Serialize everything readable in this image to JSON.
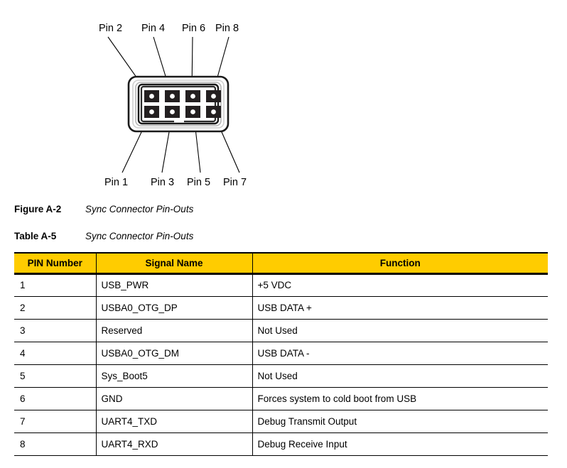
{
  "figure": {
    "name": "sync-connector-diagram",
    "top_pin_labels": [
      "Pin 2",
      "Pin 4",
      "Pin 6",
      "Pin 8"
    ],
    "bottom_pin_labels": [
      "Pin 1",
      "Pin 3",
      "Pin 5",
      "Pin 7"
    ],
    "pin_count": 8,
    "rows": 2,
    "columns": 4,
    "colors": {
      "housing_outline": "#1a1a1a",
      "housing_inner_gray": "#bfbfbf",
      "pin_fill": "#231f20",
      "pin_center": "#ffffff",
      "leader_line": "#000000"
    }
  },
  "figure_caption": {
    "label": "Figure A-2",
    "title": "Sync Connector Pin-Outs"
  },
  "table_caption": {
    "label": "Table A-5",
    "title": "Sync Connector Pin-Outs"
  },
  "table": {
    "accent_color": "#FFCC00",
    "headers": [
      "PIN Number",
      "Signal Name",
      "Function"
    ],
    "rows": [
      {
        "pin": "1",
        "signal": "USB_PWR",
        "function": "+5 VDC"
      },
      {
        "pin": "2",
        "signal": "USBA0_OTG_DP",
        "function": "USB DATA +"
      },
      {
        "pin": "3",
        "signal": "Reserved",
        "function": "Not Used"
      },
      {
        "pin": "4",
        "signal": "USBA0_OTG_DM",
        "function": "USB DATA -"
      },
      {
        "pin": "5",
        "signal": "Sys_Boot5",
        "function": "Not Used"
      },
      {
        "pin": "6",
        "signal": "GND",
        "function": "Forces system to cold boot from USB"
      },
      {
        "pin": "7",
        "signal": "UART4_TXD",
        "function": "Debug Transmit Output"
      },
      {
        "pin": "8",
        "signal": "UART4_RXD",
        "function": "Debug Receive Input"
      }
    ]
  }
}
